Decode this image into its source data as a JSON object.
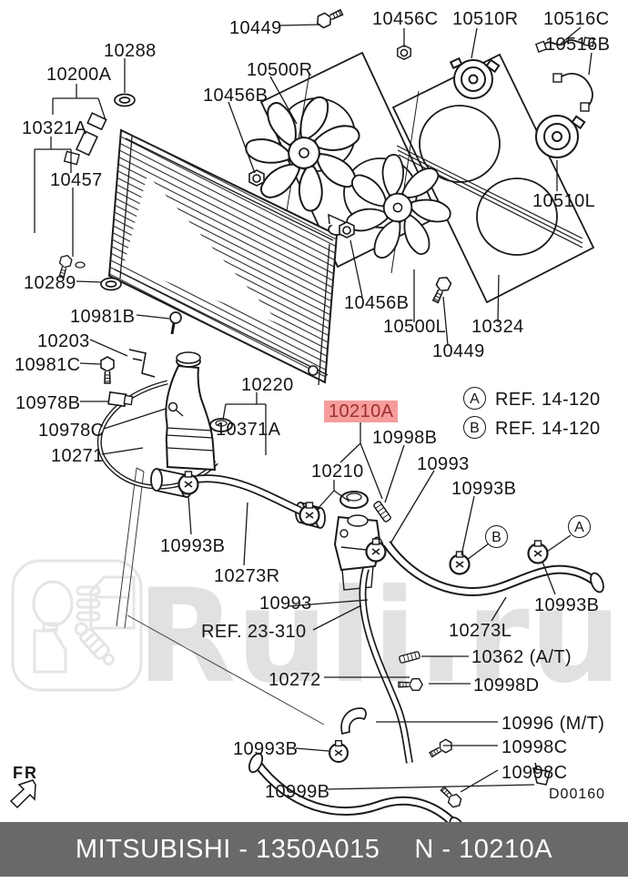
{
  "watermark": {
    "text": "Ruli.ru",
    "color": "#dedede"
  },
  "highlight": {
    "label": "10210A",
    "bg": "#f69c9c",
    "fg": "#9e2f2f"
  },
  "part_labels": [
    "10288",
    "10200A",
    "10321A",
    "10457",
    "10449",
    "10456C",
    "10510R",
    "10516C",
    "10516B",
    "10500R",
    "10456B",
    "10510L",
    "10289",
    "10981B",
    "10203",
    "10981C",
    "10978B",
    "10220",
    "10978C",
    "10271",
    "10371A",
    "10998B",
    "10210",
    "10993",
    "10993B",
    "10993B",
    "10273R",
    "10993",
    "10272",
    "10993B",
    "10273L",
    "10362 (A/T)",
    "10998D",
    "10996 (M/T)",
    "10998C",
    "10998C",
    "10993B",
    "10999B",
    "10500L",
    "10324",
    "10449",
    "10456B"
  ],
  "ref_notes": {
    "a": {
      "letter": "A",
      "text": "REF. 14-120"
    },
    "b": {
      "letter": "B",
      "text": "REF. 14-120"
    },
    "inline": "REF. 23-310"
  },
  "callouts": {
    "b": "B",
    "a": "A"
  },
  "fr_indicator": "FR",
  "drawing_number": "D00160",
  "footer": {
    "brand_code": "MITSUBISHI - 1350A015",
    "part_code": "N - 10210A",
    "bar_color": "#696969",
    "text_color": "#ffffff"
  }
}
